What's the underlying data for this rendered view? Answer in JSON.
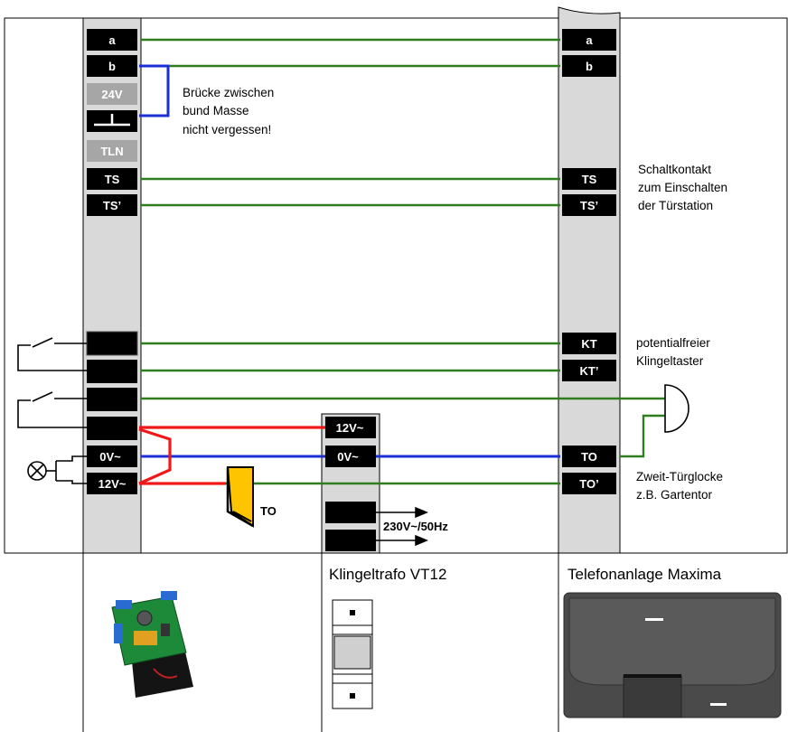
{
  "colors": {
    "wire_green": "#2e7d1e",
    "wire_blue": "#1b2fd6",
    "wire_red": "#f01818",
    "terminal_black": "#000000",
    "terminal_gray": "#a6a6a6",
    "strip_gray": "#d9d9d9",
    "door_opener_yellow": "#ffc400"
  },
  "left_terminals": {
    "a": "a",
    "b": "b",
    "v24": "24V",
    "tln": "TLN",
    "ts": "TS",
    "ts2": "TS’",
    "v0": "0V~",
    "v12": "12V~"
  },
  "right_terminals": {
    "a": "a",
    "b": "b",
    "ts": "TS",
    "ts2": "TS’",
    "kt": "KT",
    "kt2": "KT’",
    "to": "TO",
    "to2": "TO’"
  },
  "trafo_terminals": {
    "v12": "12V~",
    "v0": "0V~"
  },
  "notes": {
    "bridge": [
      "Brücke zwischen",
      "bund  Masse",
      "nicht vergessen!"
    ],
    "switch_contact": [
      "Schaltkontakt",
      "zum Einschalten",
      "der Türstation"
    ],
    "bell_button": [
      "potentialfreier",
      "Klingeltaster"
    ],
    "second_chime": [
      "Zweit-Türglocke",
      "z.B. Gartentor"
    ]
  },
  "door_opener_label": "TO",
  "mains_label": "230V~/50Hz",
  "sections": {
    "trafo": "Klingeltrafo VT12",
    "pbx": "Telefonanlage Maxima"
  }
}
